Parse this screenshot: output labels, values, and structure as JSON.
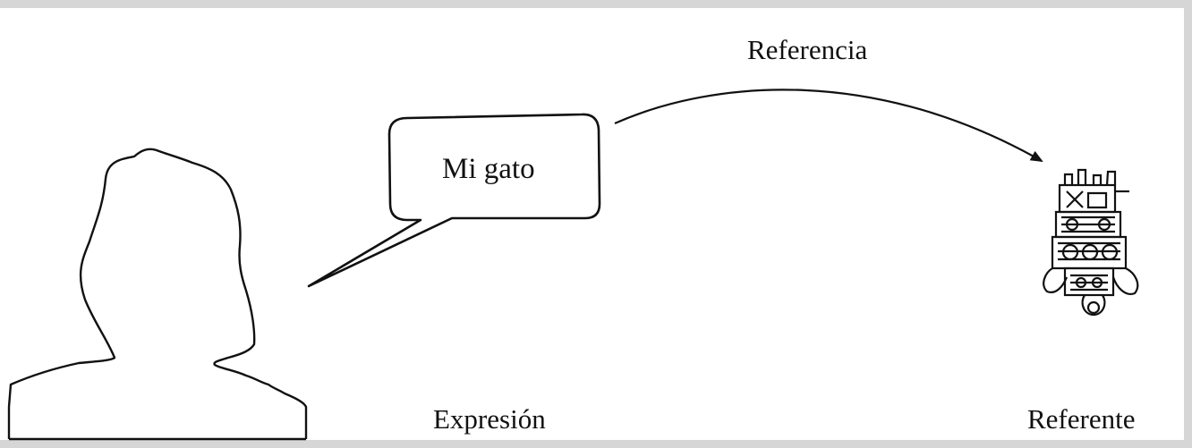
{
  "diagram": {
    "arrow_label": "Referencia",
    "speech_bubble_text": "Mi gato",
    "left_label": "Expresión",
    "right_label": "Referente"
  },
  "icons": {
    "speaker": "person-silhouette-icon",
    "referent": "cat-figure-icon"
  },
  "colors": {
    "ink": "#111111",
    "frame": "#d6d6d6",
    "background": "#ffffff"
  }
}
